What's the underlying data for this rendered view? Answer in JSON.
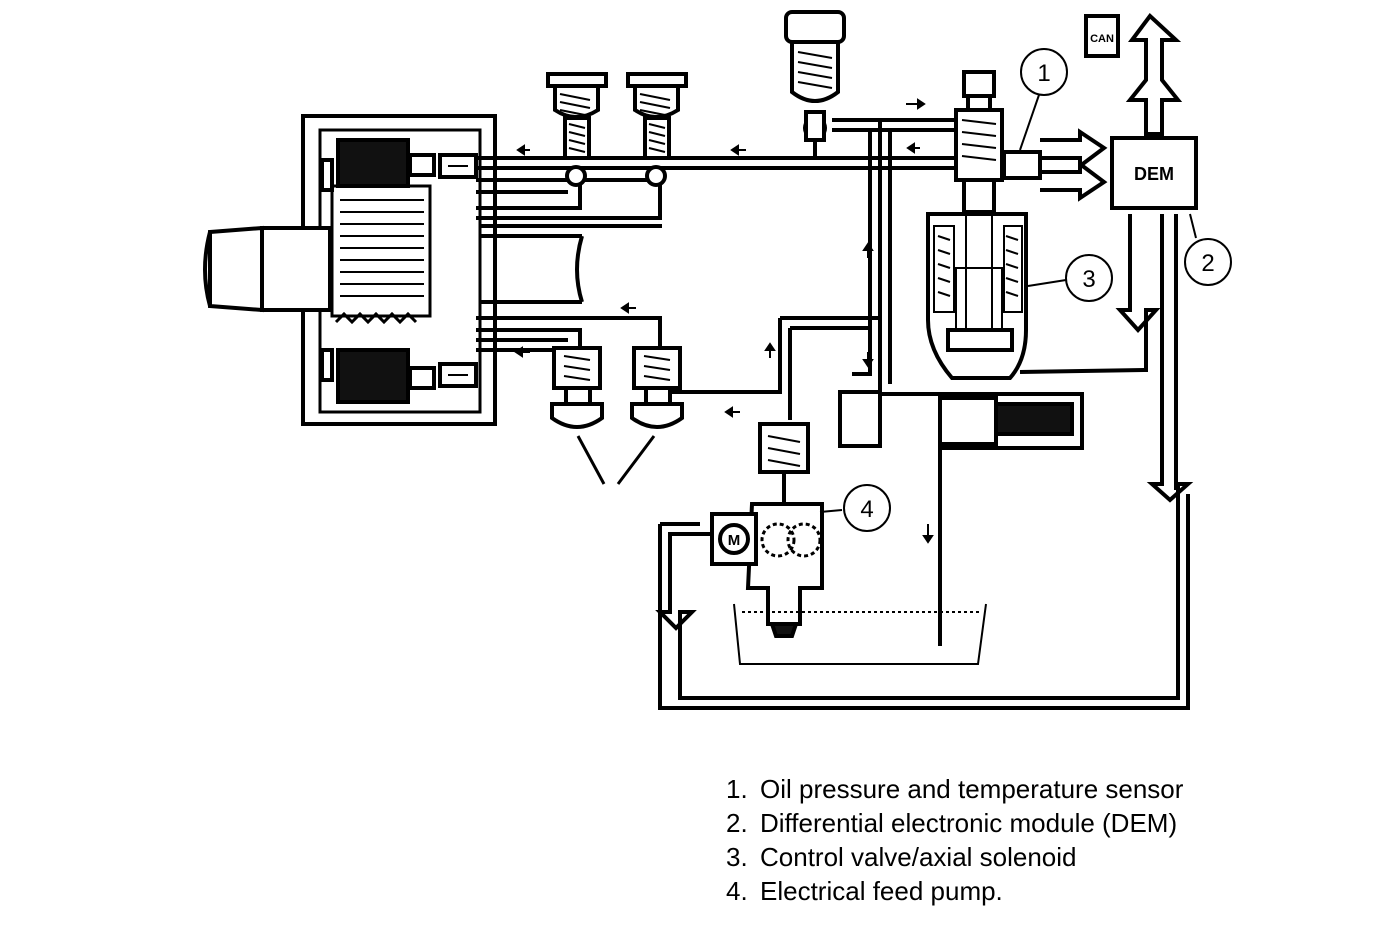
{
  "callouts": [
    {
      "number": "1"
    },
    {
      "number": "2"
    },
    {
      "number": "3"
    },
    {
      "number": "4"
    }
  ],
  "labels": {
    "dem": "DEM",
    "can": "CAN",
    "motor": "M"
  },
  "legend": [
    {
      "number": "1.",
      "text": "Oil pressure and temperature sensor"
    },
    {
      "number": "2.",
      "text": "Differential electronic module (DEM)"
    },
    {
      "number": "3.",
      "text": "Control valve/axial solenoid"
    },
    {
      "number": "4.",
      "text": "Electrical feed pump."
    }
  ]
}
